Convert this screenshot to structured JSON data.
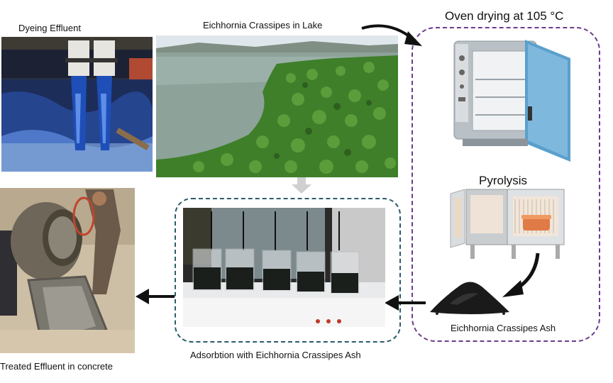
{
  "labels": {
    "dyeing": "Dyeing Effluent",
    "lake": "Eichhornia Crassipes in Lake",
    "oven": "Oven drying at 105 °C",
    "pyrolysis": "Pyrolysis",
    "ash": "Eichhornia Crassipes Ash",
    "adsorption": "Adsorbtion with Eichhornia Crassipes Ash",
    "treated": "Treated Effluent in concrete"
  },
  "colors": {
    "purple_border": "#6a3b8f",
    "teal_border": "#2b5d6b",
    "arrow": "#111111",
    "gray_arrow": "#d0d0d0",
    "dye_blue": "#1e4fb8",
    "water": "#8da39a",
    "hyacinth": "#3f7f2a",
    "oven_blue": "#5aa0cc",
    "ash": "#1a1a1a"
  }
}
